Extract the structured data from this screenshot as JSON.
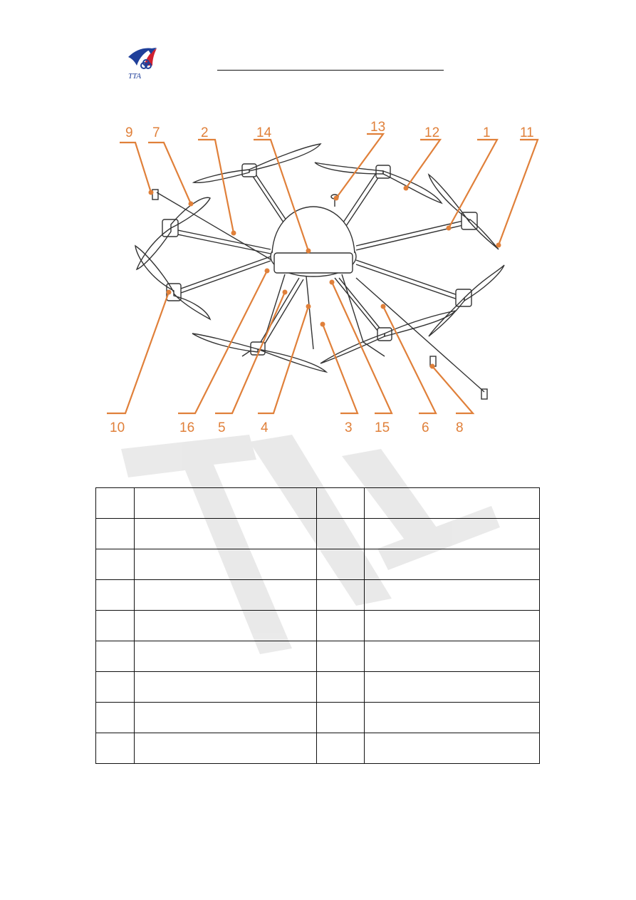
{
  "header": {
    "logo_text": "TTA",
    "logo_icon": "tta-logo-icon"
  },
  "figure": {
    "callouts": [
      "9",
      "7",
      "2",
      "14",
      "13",
      "12",
      "1",
      "11",
      "10",
      "16",
      "5",
      "4",
      "3",
      "15",
      "6",
      "8"
    ]
  },
  "table": {
    "rows": [
      {
        "n1": "",
        "d1": "",
        "n2": "",
        "d2": ""
      },
      {
        "n1": "",
        "d1": "",
        "n2": "",
        "d2": ""
      },
      {
        "n1": "",
        "d1": "",
        "n2": "",
        "d2": ""
      },
      {
        "n1": "",
        "d1": "",
        "n2": "",
        "d2": ""
      },
      {
        "n1": "",
        "d1": "",
        "n2": "",
        "d2": ""
      },
      {
        "n1": "",
        "d1": "",
        "n2": "",
        "d2": ""
      },
      {
        "n1": "",
        "d1": "",
        "n2": "",
        "d2": ""
      },
      {
        "n1": "",
        "d1": "",
        "n2": "",
        "d2": ""
      },
      {
        "n1": "",
        "d1": "",
        "n2": "",
        "d2": ""
      }
    ]
  },
  "colors": {
    "callout": "#e0803a",
    "line": "#111111",
    "watermark": "#e6e6e6",
    "logo_blue": "#1f3f9a",
    "logo_red": "#d02030"
  }
}
